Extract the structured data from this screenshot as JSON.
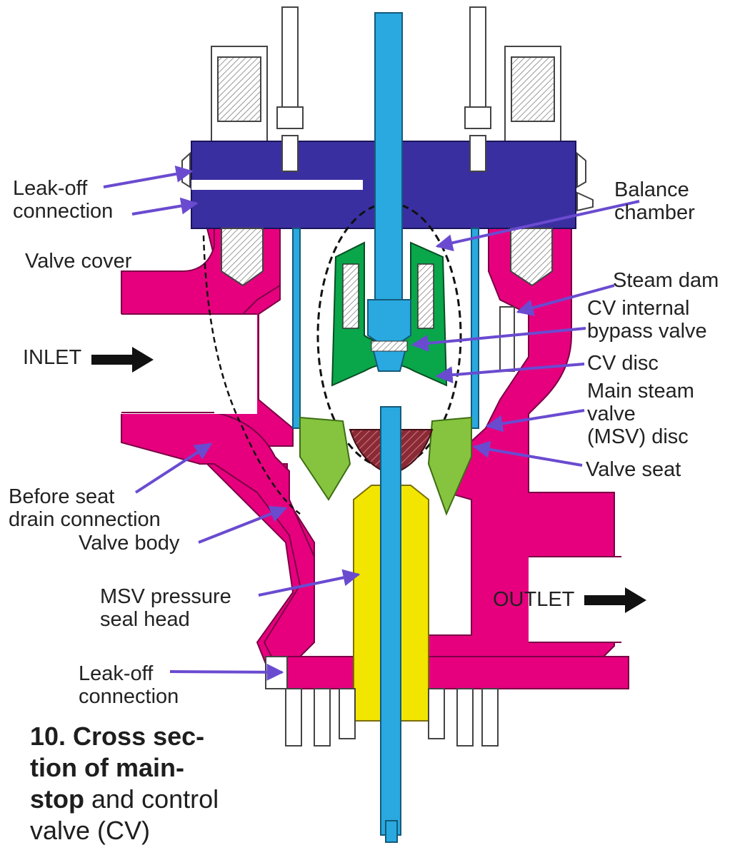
{
  "labels": {
    "leak_off_top": [
      "Leak-off",
      "connection"
    ],
    "valve_cover": "Valve cover",
    "inlet": "INLET",
    "before_seat": [
      "Before seat",
      "drain connection"
    ],
    "valve_body": "Valve body",
    "msv_pressure": [
      "MSV pressure",
      "seal head"
    ],
    "leak_off_bottom": [
      "Leak-off",
      "connection"
    ],
    "balance_chamber": [
      "Balance",
      "chamber"
    ],
    "steam_dam": "Steam dam",
    "cv_bypass": [
      "CV internal",
      "bypass valve"
    ],
    "cv_disc": "CV disc",
    "msv_disc": [
      "Main steam",
      "valve",
      "(MSV) disc"
    ],
    "valve_seat": "Valve seat",
    "outlet": "OUTLET"
  },
  "caption": {
    "bold_1": "10. Cross sec-",
    "bold_2": "tion of main-",
    "bold_3": "stop",
    "normal_3": " and control",
    "normal_4": "valve (CV)"
  },
  "colors": {
    "body": "#e6007e",
    "cover": "#3a2fa0",
    "stem": "#29a9e0",
    "cv_disc": "#0aa64a",
    "seat": "#86c440",
    "seal_head": "#f2e600",
    "msv_disc": "#8a2a35",
    "arrow": "#6a4bd0"
  }
}
